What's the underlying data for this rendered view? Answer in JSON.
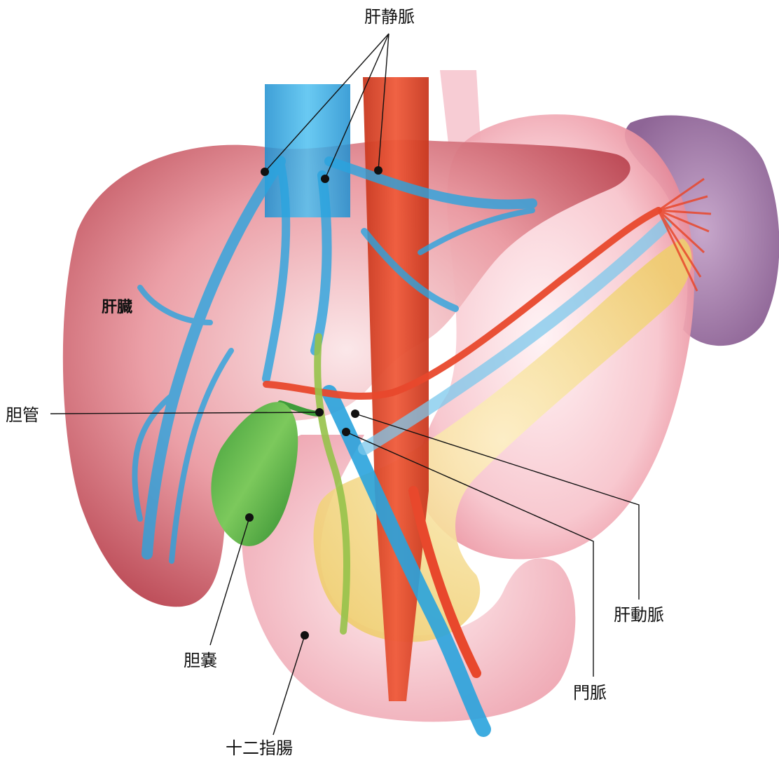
{
  "labels": {
    "hepatic_veins": "肝静脈",
    "liver": "肝臓",
    "bile_duct": "胆管",
    "gallbladder": "胆嚢",
    "duodenum": "十二指腸",
    "hepatic_artery": "肝動脈",
    "portal_vein": "門脈"
  },
  "colors": {
    "liver": "#d9646e",
    "vein_blue": "#29a3dd",
    "artery_red": "#e8482c",
    "gallbladder_green": "#3f9c3a",
    "stomach_pink": "#f3b6c0",
    "spleen_purple": "#a77fae",
    "pancreas_yellow": "#f3d98a"
  }
}
